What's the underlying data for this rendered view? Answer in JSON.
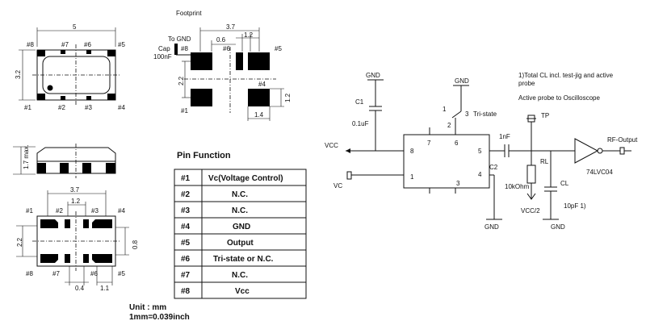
{
  "top_view": {
    "dim_length": "5",
    "dim_width": "3.2",
    "pins_top": [
      "#8",
      "#7",
      "#6",
      "#5"
    ],
    "pins_bottom": [
      "#1",
      "#2",
      "#3",
      "#4"
    ]
  },
  "side_view": {
    "dim_height": "1.7 max."
  },
  "bottom_view": {
    "dim_pad_span": "3.7",
    "dim_inner": "1.2",
    "dim_height": "2.2",
    "dim_pad_height": "0.8",
    "dim_gap": "0.4",
    "dim_pad_width": "1.1",
    "labels_top": [
      "#1",
      "#2",
      "#3",
      "#4"
    ],
    "labels_bottom": [
      "#8",
      "#7",
      "#6",
      "#5"
    ]
  },
  "footprint": {
    "title": "Footprint",
    "dim_span": "3.7",
    "dim_06": "0.6",
    "dim_12_top": "1.2",
    "dim_22": "2.2",
    "dim_12_right": "1.2",
    "dim_14": "1.4",
    "to_gnd": "To GND",
    "cap": "Cap",
    "cap_value": "100nF",
    "label_8": "#8",
    "label_6": "#6",
    "label_5": "#5",
    "label_1": "#1",
    "label_4": "#4"
  },
  "pin_function": {
    "title": "Pin Function",
    "rows": [
      {
        "pin": "#1",
        "function": "Vc(Voltage Control)"
      },
      {
        "pin": "#2",
        "function": "N.C."
      },
      {
        "pin": "#3",
        "function": "N.C."
      },
      {
        "pin": "#4",
        "function": "GND"
      },
      {
        "pin": "#5",
        "function": "Output"
      },
      {
        "pin": "#6",
        "function": "Tri-state or N.C."
      },
      {
        "pin": "#7",
        "function": "N.C."
      },
      {
        "pin": "#8",
        "function": "Vcc"
      }
    ],
    "unit_line1": "Unit : mm",
    "unit_line2": "1mm=0.039inch"
  },
  "schematic": {
    "gnd_c1": "GND",
    "c1": "C1",
    "c1_value": "0.1uF",
    "vcc": "VCC",
    "vc": "VC",
    "gnd_tri": "GND",
    "sw_1": "1",
    "sw_3": "3",
    "tri_state": "Tri-state",
    "sw_2": "2",
    "pin7": "7",
    "pin6": "6",
    "pin8": "8",
    "pin5": "5",
    "pin1": "1",
    "pin4": "4",
    "pin3": "3",
    "cap_1nf": "1nF",
    "c2": "C2",
    "gnd_pin4": "GND",
    "note1": "1)Total CL incl. test-jig and active",
    "note1b": "probe",
    "note2": "Active probe to Oscilloscope",
    "tp": "TP",
    "rl": "RL",
    "rl_value": "10kOhm",
    "vcc2": "VCC/2",
    "cl": "CL",
    "cl_value": "10pF 1)",
    "gnd_cl": "GND",
    "rf_output": "RF-Output",
    "ic": "74LVC04"
  }
}
